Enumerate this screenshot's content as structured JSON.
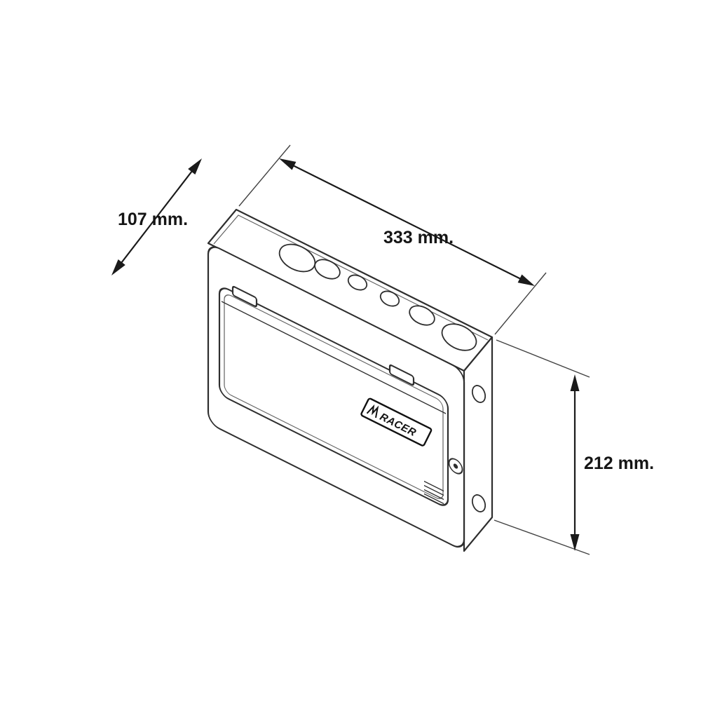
{
  "diagram": {
    "brand_label": "RACER",
    "dimensions": {
      "depth_label": "107 mm.",
      "width_label": "333 mm.",
      "height_label": "212 mm."
    },
    "colors": {
      "background": "#ffffff",
      "line": "#2e2e2e",
      "text": "#151515"
    }
  }
}
